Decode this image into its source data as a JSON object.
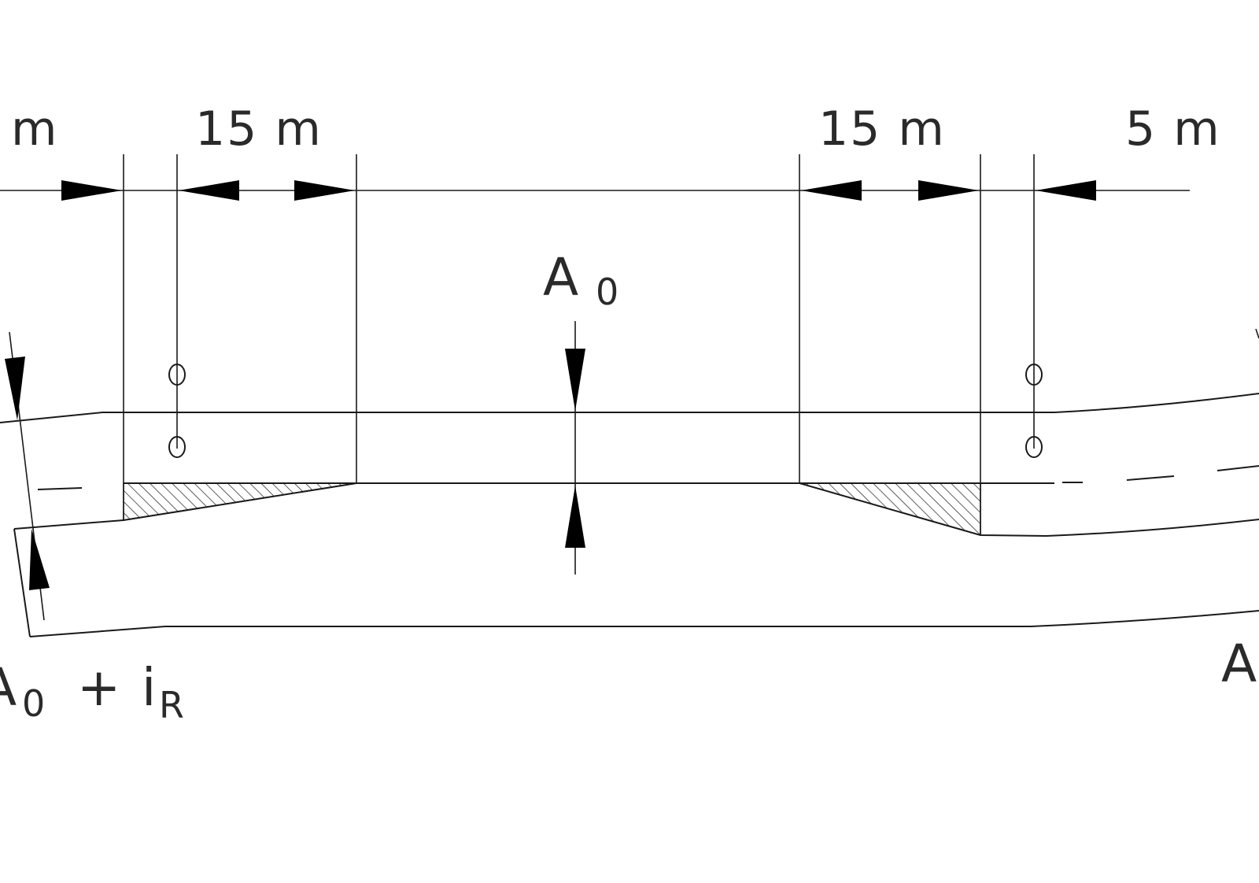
{
  "dimensions": {
    "left_partial": "m",
    "left_taper": "15  m",
    "right_taper": "15  m",
    "right_end": "5  m"
  },
  "labels": {
    "center_A": "A",
    "center_sub": "0",
    "left_A": "A",
    "left_sub": "0",
    "left_plus": "+",
    "left_i": "i",
    "left_i_sub": "R",
    "right_A": "A"
  },
  "colors": {
    "line": "#1a1a1a",
    "text": "#2a2a2a",
    "background": "#ffffff"
  }
}
